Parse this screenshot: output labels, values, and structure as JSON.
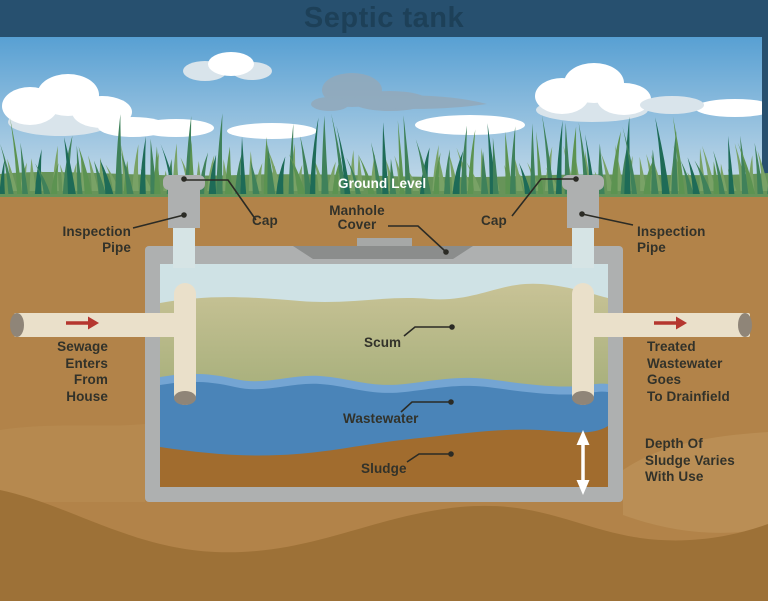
{
  "title": "Septic tank",
  "labels": {
    "ground_level": "Ground Level",
    "manhole_cover": "Manhole\nCover",
    "cap_left": "Cap",
    "cap_right": "Cap",
    "inspection_pipe_left": "Inspection\nPipe",
    "inspection_pipe_right": "Inspection\nPipe",
    "scum": "Scum",
    "wastewater": "Wastewater",
    "sludge": "Sludge",
    "sewage_inlet": "Sewage\nEnters\nFrom\nHouse",
    "treated_outlet": "Treated\nWastewater\nGoes\nTo Drainfield",
    "sludge_depth": "Depth Of\nSludge Varies\nWith Use"
  },
  "colors": {
    "banner": "#27506f",
    "title-text": "#1d4058",
    "sky-top": "#58a0d3",
    "sky-bottom": "#cadde9",
    "cloud-white": "#ffffff",
    "cloud-shade": "#d9e4eb",
    "cloud-gray": "#93a9ba",
    "grass-band": "#679459",
    "grass-back": "#79a266",
    "grass-dark": "#1e6b57",
    "grass-mid": "#3f815a",
    "grass-light": "#5c9351",
    "soil": "#b28349",
    "soil-light": "#bb9057",
    "soil-dark": "#9d7137",
    "tank-gray": "#aeb0b0",
    "manhole-gray": "#8b8d8c",
    "manhole-tab": "#a6a8a7",
    "tank-air": "#cfe2e5",
    "scum-top": "#c7c295",
    "scum-bottom": "#a3ad78",
    "water-light": "#74a5d3",
    "water": "#4a84b8",
    "sludge-brown": "#a16c2e",
    "pipe-cream": "#eae0ca",
    "pipe-open": "#8f8578",
    "inspection-pipe": "#d6e4e5",
    "label-text": "#32322a",
    "leader-line": "#2b2b25",
    "arrow-red": "#b5362e",
    "arrow-white": "#ffffff"
  }
}
